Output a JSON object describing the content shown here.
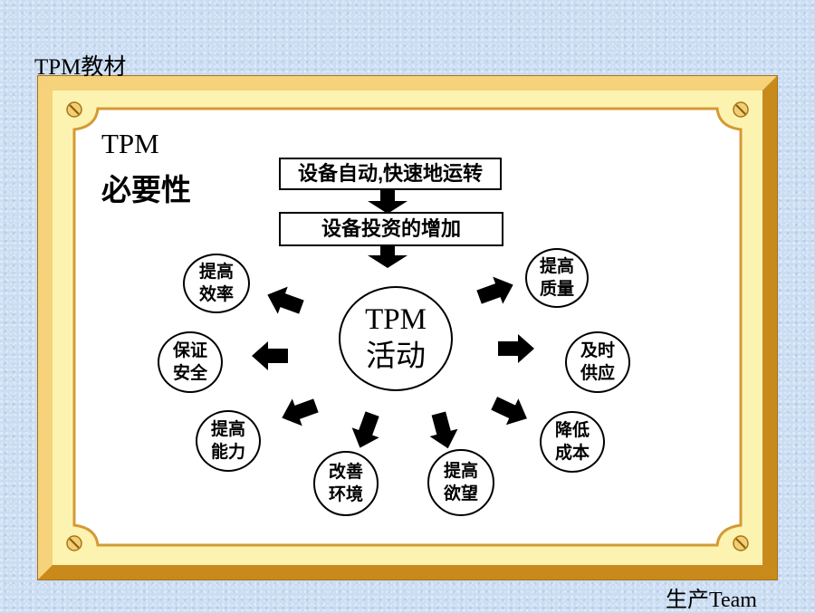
{
  "header": {
    "text": "TPM教材"
  },
  "footer": {
    "text": "生产Team"
  },
  "title": {
    "line1": "TPM",
    "line2": "必要性"
  },
  "boxes": [
    "设备自动,快速地运转",
    "设备投资的增加"
  ],
  "center": {
    "line1": "TPM",
    "line2": "活动"
  },
  "nodes": [
    {
      "id": "efficiency",
      "line1": "提高",
      "line2": "效率"
    },
    {
      "id": "safety",
      "line1": "保证",
      "line2": "安全"
    },
    {
      "id": "ability",
      "line1": "提高",
      "line2": "能力"
    },
    {
      "id": "environment",
      "line1": "改善",
      "line2": "环境"
    },
    {
      "id": "motivation",
      "line1": "提高",
      "line2": "欲望"
    },
    {
      "id": "cost",
      "line1": "降低",
      "line2": "成本"
    },
    {
      "id": "supply",
      "line1": "及时",
      "line2": "供应"
    },
    {
      "id": "quality",
      "line1": "提高",
      "line2": "质量"
    }
  ],
  "colors": {
    "frame_outer": "#f0c45a",
    "frame_inner": "#fdf3b0",
    "panel": "#ffffff",
    "background": "#c9dcf2"
  }
}
